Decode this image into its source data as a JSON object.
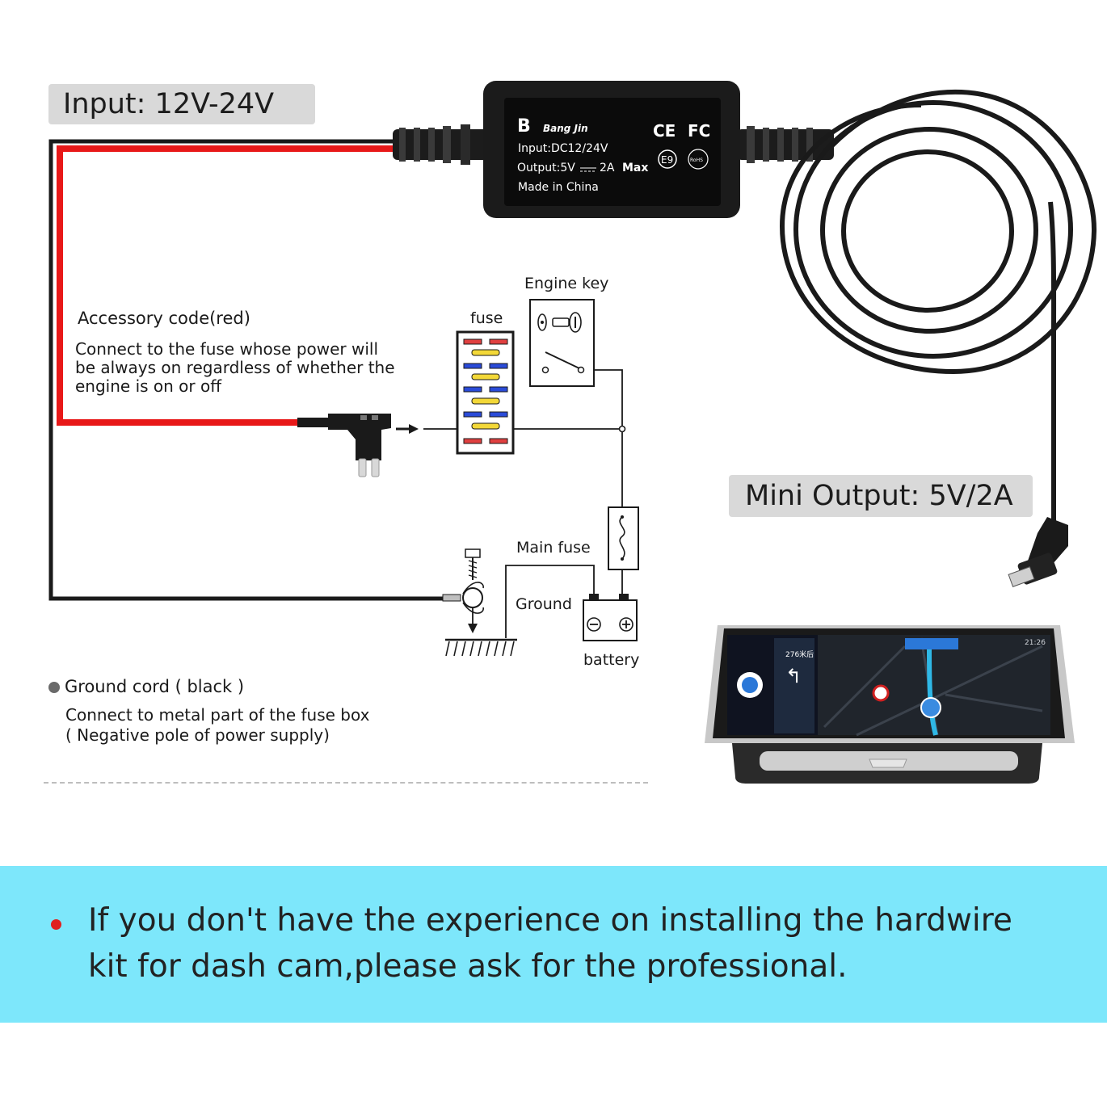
{
  "labels": {
    "input": "Input: 12V-24V",
    "output": "Mini Output: 5V/2A"
  },
  "converter_label": {
    "brand": "Bang Jin",
    "input": "Input:DC12/24V",
    "output_prefix": "Output:5V",
    "output_suffix": "2A",
    "max": "Max",
    "origin": "Made in China",
    "marks": [
      "CE",
      "FC",
      "E9",
      "RoHS"
    ]
  },
  "accessory": {
    "title": "Accessory code(red)",
    "lines": [
      "Connect to the fuse whose power will",
      "be always on regardless  of whether the",
      "engine is on or off"
    ]
  },
  "circuit": {
    "engine_key": "Engine key",
    "fuse": "fuse",
    "main_fuse": "Main fuse",
    "ground": "Ground",
    "battery": "battery"
  },
  "ground_cord": {
    "title": "Ground cord ( black )",
    "lines": [
      "Connect to metal part of the fuse box",
      "( Negative pole of power supply)"
    ]
  },
  "note": {
    "lines": [
      "If you don't have the experience on installing the hardwire",
      "kit for dash cam,please ask for the professional."
    ]
  },
  "device_screen": {
    "time": "21:26",
    "distance": "276米后"
  },
  "colors": {
    "accessory_wire": "#e81818",
    "ground_wire": "#1a1a1a",
    "banner": "#7de7fb",
    "pill": "#d9d9d9",
    "bullet": "#e0201f"
  }
}
